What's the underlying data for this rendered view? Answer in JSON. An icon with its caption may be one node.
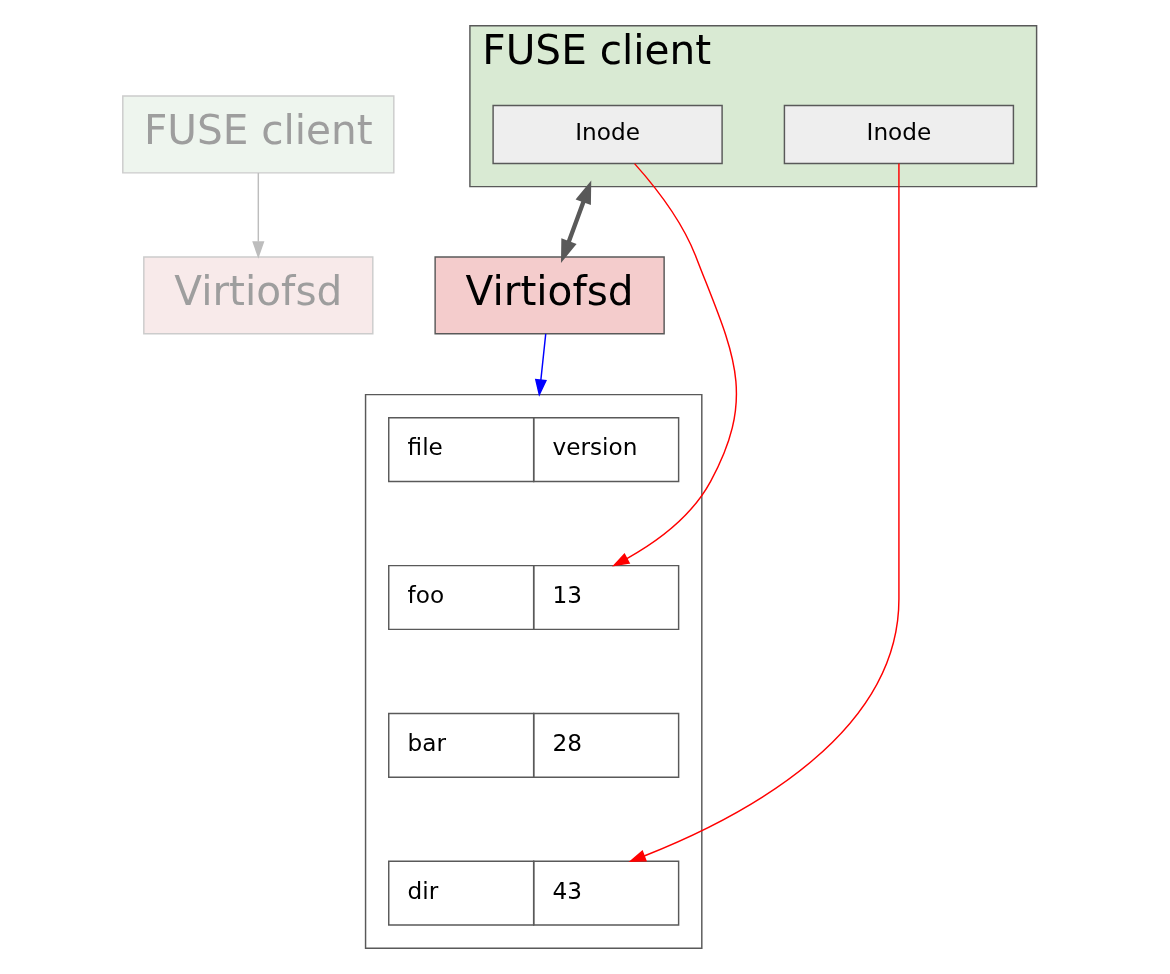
{
  "diagram": {
    "nodes": [
      {
        "text": [
          "FUSE client"
        ]
      },
      {
        "text": [
          "FUSE client"
        ]
      },
      {
        "text": [
          "Inode"
        ],
        "in": 1
      },
      {
        "text": [
          "Inode"
        ],
        "in": 1
      },
      {
        "text": [
          "Virtiofsd"
        ]
      },
      {
        "text": [
          "Virtiofsd"
        ]
      },
      {
        "text": [],
        "shape": "box"
      },
      {
        "text": [
          "file",
          "version"
        ],
        "in": 6
      },
      {
        "text": [
          "foo",
          "13"
        ],
        "in": 6
      },
      {
        "text": [
          "bar",
          "28"
        ],
        "in": 6
      },
      {
        "text": [
          "dir",
          "43"
        ],
        "in": 6
      }
    ],
    "edges": [
      {
        "from": 1,
        "to": 5,
        "arrow": "both",
        "style": "thick",
        "color": "#595959"
      },
      {
        "from": 0,
        "to": 4,
        "arrow": "to",
        "color": "#bdbdbd"
      },
      {
        "from": 2,
        "to": 8,
        "arrow": "to",
        "color": "#ff0000"
      },
      {
        "from": 3,
        "to": 10,
        "arrow": "to",
        "color": "#ff0000"
      },
      {
        "from": 5,
        "to": 6,
        "arrow": "to",
        "color": "#0000ff"
      }
    ]
  }
}
